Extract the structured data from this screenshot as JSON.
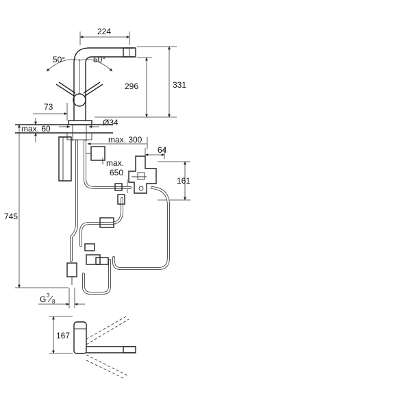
{
  "dimensions": {
    "top_width": "224",
    "angle_left": "50°",
    "angle_right": "50°",
    "height_296": "296",
    "height_331": "331",
    "offset_73": "73",
    "max_60": "max. 60",
    "diameter": "Ø34",
    "max_300": "max. 300",
    "width_64": "64",
    "max_650_line1": "max.",
    "max_650_line2": "650",
    "height_161": "161",
    "height_745": "745",
    "thread": "G",
    "thread_num": "3",
    "thread_den": "8",
    "height_167": "167"
  }
}
